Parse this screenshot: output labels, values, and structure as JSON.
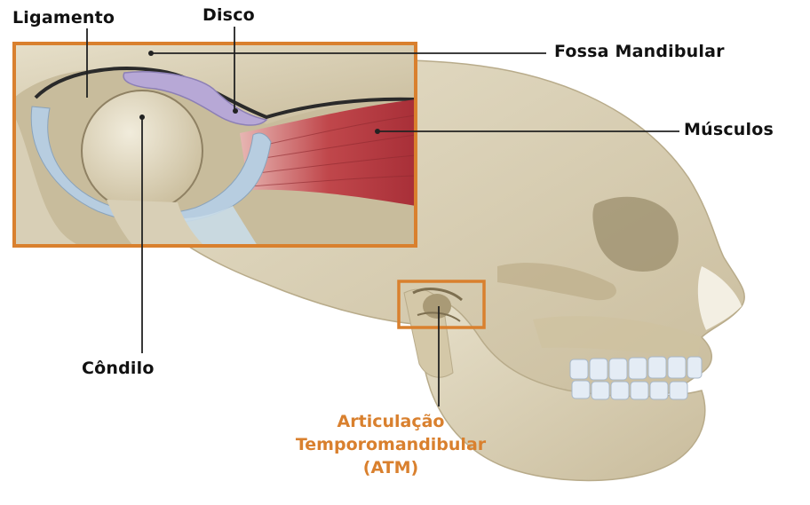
{
  "labels": {
    "ligamento": "Ligamento",
    "disco": "Disco",
    "fossa_mandibular": "Fossa Mandibular",
    "musculos": "Músculos",
    "condilo": "Côndilo",
    "atm_line1": "Articulação",
    "atm_line2": "Temporomandibular",
    "atm_line3": "(ATM)"
  },
  "colors": {
    "highlight_box": "#d9802e",
    "bone": "#d8cfb6",
    "disc": "#b7a8d6",
    "muscle": "#b8383f",
    "ligament": "#b7cde0",
    "teeth": "#e4ecf5",
    "leader_line": "#222222",
    "atm_text": "#d9802e"
  }
}
